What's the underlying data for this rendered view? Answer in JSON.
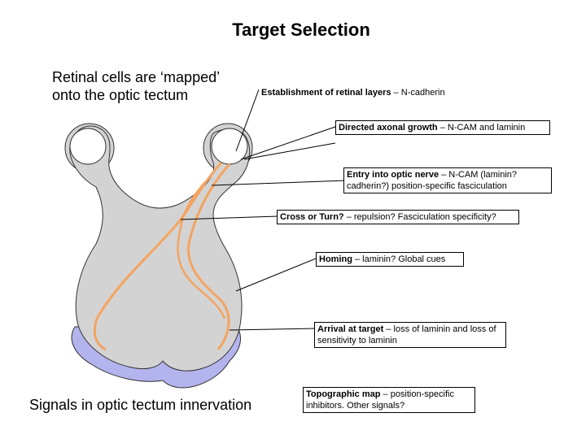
{
  "title": "Target Selection",
  "subtitle_line1": "Retinal cells are ‘mapped’",
  "subtitle_line2": "onto the optic tectum",
  "caption": "Signals in optic tectum innervation",
  "colors": {
    "tissue": "#d3d3d3",
    "tectum_edge": "#b3b3ee",
    "axon": "#f4a460",
    "leader": "#000000"
  },
  "labels": [
    {
      "id": "retinal-layers",
      "bold": "Establishment of retinal layers",
      "text": " – N-cadherin"
    },
    {
      "id": "axonal-growth",
      "bold": "Directed axonal growth",
      "text": " – N-CAM and laminin"
    },
    {
      "id": "optic-nerve",
      "bold": "Entry into optic nerve",
      "text": " – N-CAM (laminin? cadherin?) position-specific fasciculation"
    },
    {
      "id": "cross-or-turn",
      "bold": "Cross or Turn?",
      "text": " – repulsion? Fasciculation specificity?"
    },
    {
      "id": "homing",
      "bold": "Homing",
      "text": " – laminin? Global cues"
    },
    {
      "id": "arrival",
      "bold": "Arrival at target",
      "text": " – loss of laminin and loss of sensitivity to laminin"
    },
    {
      "id": "topographic-map",
      "bold": "Topographic map",
      "text": " – position-specific inhibitors. Other signals?"
    }
  ]
}
